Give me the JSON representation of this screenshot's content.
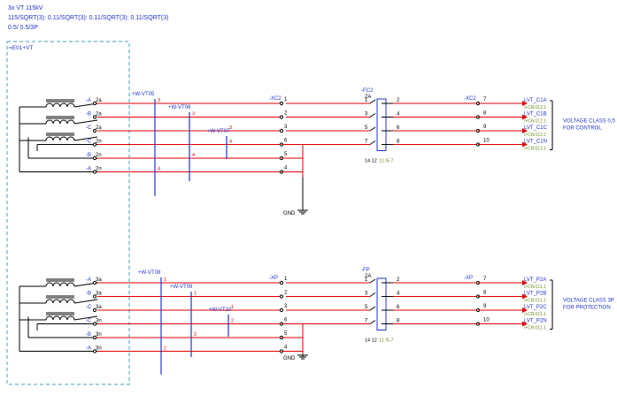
{
  "header": {
    "line1": "3x VT 115kV",
    "line2": "115/SQRT(3): 0.11/SQRT(3): 0.11/SQRT(3): 0.11/SQRT(3)",
    "line3": "0.5/ 0.5/3P"
  },
  "box_label": "=E01+VT",
  "colors": {
    "wire": "#e00000",
    "label": "#2233cc",
    "cable": "#2233cc",
    "ref": "#6b8e23",
    "text": "#000000",
    "box": "#40a0c0"
  },
  "sections": [
    {
      "id": "control",
      "windings": [
        {
          "phase": "-A",
          "term": "2a"
        },
        {
          "phase": "-B",
          "term": "2a"
        },
        {
          "phase": "-C",
          "term": "2a"
        },
        {
          "phase": "-C",
          "term": "2n"
        },
        {
          "phase": "-B",
          "term": "2n"
        },
        {
          "phase": "-A",
          "term": "2n"
        }
      ],
      "cables": [
        {
          "name": "+W-VT05",
          "core": "3",
          "core2": "4"
        },
        {
          "name": "+W-VT06",
          "core": "3",
          "core2": "4"
        },
        {
          "name": "+W-VT07",
          "core": "3",
          "core2": "4"
        }
      ],
      "terminal_block_1": {
        "name": "-XC2",
        "terminals": [
          "1",
          "2",
          "3",
          "6",
          "5",
          "4"
        ]
      },
      "fuse": {
        "name": "-FC2",
        "rating": "2A",
        "in": [
          "1",
          "3",
          "5",
          "7"
        ],
        "out": [
          "2",
          "4",
          "6",
          "8"
        ],
        "aux_left": "14 12",
        "aux_right": "11 /5.7"
      },
      "terminal_block_2": {
        "name": "-XC2",
        "terminals": [
          "7",
          "8",
          "9",
          "10"
        ]
      },
      "outputs": [
        {
          "name": "LVT_C1A",
          "ref": "/+CR/J12.1"
        },
        {
          "name": "LVT_C1B",
          "ref": "/+CR/J12.1"
        },
        {
          "name": "LVT_C1C",
          "ref": "/+CR/J12.1"
        },
        {
          "name": "LVT_C1N",
          "ref": "/+CR/J12.1"
        }
      ],
      "note": [
        "VOLTAGE CLASS 0,5",
        "FOR CONTROL"
      ],
      "gnd": "GND"
    },
    {
      "id": "protection",
      "windings": [
        {
          "phase": "-A",
          "term": "3a"
        },
        {
          "phase": "-B",
          "term": "3a"
        },
        {
          "phase": "-C",
          "term": "3a"
        },
        {
          "phase": "-C",
          "term": "3n"
        },
        {
          "phase": "-B",
          "term": "3n"
        },
        {
          "phase": "-A",
          "term": "3n"
        }
      ],
      "cables": [
        {
          "name": "+W-VT08",
          "core": "1",
          "core2": "2"
        },
        {
          "name": "+W-VT09",
          "core": "1",
          "core2": "2"
        },
        {
          "name": "+W-VT10",
          "core": "1",
          "core2": "2"
        }
      ],
      "terminal_block_1": {
        "name": "-XP",
        "terminals": [
          "1",
          "2",
          "3",
          "6",
          "5",
          "4"
        ]
      },
      "fuse": {
        "name": "-FP",
        "rating": "2A",
        "in": [
          "1",
          "3",
          "5",
          "7"
        ],
        "out": [
          "2",
          "4",
          "6",
          "8"
        ],
        "aux_left": "14 12",
        "aux_right": "11 /5.7"
      },
      "terminal_block_2": {
        "name": "-XP",
        "terminals": [
          "7",
          "8",
          "9",
          "10"
        ]
      },
      "outputs": [
        {
          "name": "LVT_P2A",
          "ref": "/+CR/J11.1"
        },
        {
          "name": "LVT_P2B",
          "ref": "/+CR/J11.1"
        },
        {
          "name": "LVT_P2C",
          "ref": "/+CR/J11.1"
        },
        {
          "name": "LVT_P2N",
          "ref": "/+CR/J11.1"
        }
      ],
      "note": [
        "VOLTAGE CLASS 3P",
        "FOR PROTECTION"
      ],
      "gnd": "GND"
    }
  ]
}
